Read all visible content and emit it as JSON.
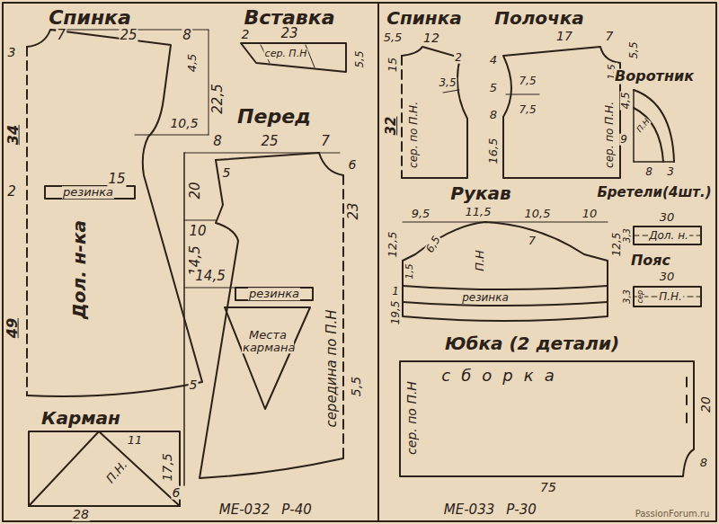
{
  "diagram": {
    "labels": [
      "Спинка",
      "Вставка",
      "7",
      "25",
      "8",
      "3",
      "4,5",
      "22,5",
      "34",
      "10,5",
      "2",
      "23",
      "сер. П.Н",
      "5,5",
      "Перед",
      "8",
      "25",
      "7",
      "5",
      "6",
      "2",
      "резинка",
      "15",
      "20",
      "23",
      "10",
      "14,5",
      "Дол. н-ка",
      "14,5",
      "резинка",
      "49",
      "Места кармана",
      "середина по П.Н",
      "5,5",
      "5",
      "6",
      "Карман",
      "11",
      "П.Н.",
      "17,5",
      "28",
      "МЕ-032",
      "Р-40",
      "Спинка",
      "Полочка",
      "5,5",
      "12",
      "17",
      "7",
      "5,5",
      "15",
      "2",
      "4",
      "3,5",
      "5",
      "7,5",
      "1,5",
      "8",
      "7,5",
      "32",
      "16,5",
      "сер. по П.Н.",
      "сер. по П.Н.",
      "Воротник",
      "4,5",
      "П.Н",
      "9",
      "8",
      "3",
      "Рукав",
      "Бретели(4шт.)",
      "9,5",
      "11,5",
      "10,5",
      "10",
      "30",
      "12,5",
      "6,5",
      "П.Н",
      "7",
      "12,5",
      "3,3",
      "Дол. н.",
      "Пояс",
      "30",
      "3,3",
      "сер",
      "П.Н.",
      "1,5",
      "1",
      "19,5",
      "резинка",
      "Юбка (2 детали)",
      "сборка",
      "сер. по П.Н",
      "20",
      "8",
      "75",
      "МЕ-033",
      "Р-30",
      "PassionForum.ru"
    ]
  }
}
